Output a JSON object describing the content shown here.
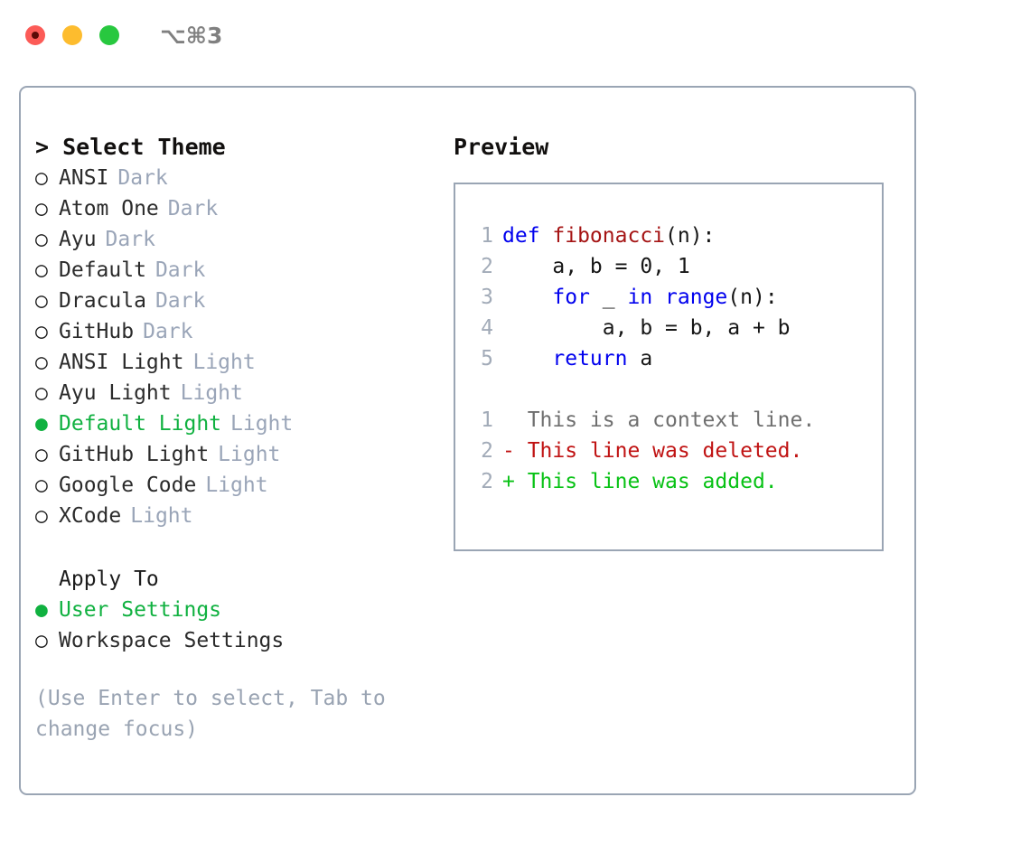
{
  "window": {
    "shortcut": "⌥⌘3",
    "traffic_lights": [
      {
        "name": "close",
        "color": "#fc5b57"
      },
      {
        "name": "minimize",
        "color": "#fdbc2e"
      },
      {
        "name": "maximize",
        "color": "#28c83f"
      }
    ]
  },
  "theme_panel": {
    "header": "> Select Theme",
    "items": [
      {
        "marker": "○",
        "label": "ANSI",
        "tag": "Dark",
        "selected": false
      },
      {
        "marker": "○",
        "label": "Atom One",
        "tag": "Dark",
        "selected": false
      },
      {
        "marker": "○",
        "label": "Ayu",
        "tag": "Dark",
        "selected": false
      },
      {
        "marker": "○",
        "label": "Default",
        "tag": "Dark",
        "selected": false
      },
      {
        "marker": "○",
        "label": "Dracula",
        "tag": "Dark",
        "selected": false
      },
      {
        "marker": "○",
        "label": "GitHub",
        "tag": "Dark",
        "selected": false
      },
      {
        "marker": "○",
        "label": "ANSI Light",
        "tag": "Light",
        "selected": false
      },
      {
        "marker": "○",
        "label": "Ayu Light",
        "tag": "Light",
        "selected": false
      },
      {
        "marker": "●",
        "label": "Default Light",
        "tag": "Light",
        "selected": true
      },
      {
        "marker": "○",
        "label": "GitHub Light",
        "tag": "Light",
        "selected": false
      },
      {
        "marker": "○",
        "label": "Google Code",
        "tag": "Light",
        "selected": false
      },
      {
        "marker": "○",
        "label": "XCode",
        "tag": "Light",
        "selected": false
      }
    ]
  },
  "apply_to": {
    "header": "Apply To",
    "items": [
      {
        "marker": "●",
        "label": "User Settings",
        "selected": true
      },
      {
        "marker": "○",
        "label": "Workspace Settings",
        "selected": false
      }
    ]
  },
  "hint": "(Use Enter to select, Tab to change focus)",
  "preview": {
    "title": "Preview",
    "code_lines": [
      {
        "num": "1",
        "tokens": [
          {
            "t": "def ",
            "c": "kw"
          },
          {
            "t": "fibonacci",
            "c": "fn"
          },
          {
            "t": "(n):",
            "c": "plain"
          }
        ]
      },
      {
        "num": "2",
        "tokens": [
          {
            "t": "    a, b = 0, 1",
            "c": "plain"
          }
        ]
      },
      {
        "num": "3",
        "tokens": [
          {
            "t": "    ",
            "c": "plain"
          },
          {
            "t": "for",
            "c": "kw"
          },
          {
            "t": " _ ",
            "c": "plain"
          },
          {
            "t": "in",
            "c": "kw"
          },
          {
            "t": " ",
            "c": "plain"
          },
          {
            "t": "range",
            "c": "kw"
          },
          {
            "t": "(n):",
            "c": "plain"
          }
        ]
      },
      {
        "num": "4",
        "tokens": [
          {
            "t": "        a, b = b, a + b",
            "c": "plain"
          }
        ]
      },
      {
        "num": "5",
        "tokens": [
          {
            "t": "    ",
            "c": "plain"
          },
          {
            "t": "return",
            "c": "kw"
          },
          {
            "t": " a",
            "c": "plain"
          }
        ]
      }
    ],
    "diff_lines": [
      {
        "num": "1",
        "marker": " ",
        "text": "  This is a context line.",
        "kind": "ctx"
      },
      {
        "num": "2",
        "marker": "-",
        "text": "- This line was deleted.",
        "kind": "del"
      },
      {
        "num": "2",
        "marker": "+",
        "text": "+ This line was added.",
        "kind": "add"
      }
    ]
  },
  "colors": {
    "accent_green": "#10b140",
    "border": "#9aa5b4",
    "muted": "#9aa5b8",
    "keyword_blue": "#0000ee",
    "function_red": "#a51414",
    "diff_add": "#08c215",
    "diff_del": "#c01313"
  }
}
